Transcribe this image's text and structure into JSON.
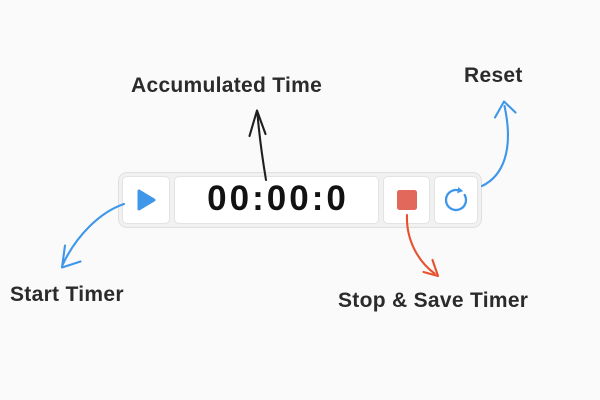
{
  "colors": {
    "background": "#FAFAFA",
    "blue": "#3E97E8",
    "red": "#E2685C",
    "orange": "#E8512E",
    "black": "#1F1F1F",
    "label_text": "#2B2B2B",
    "widget_bg": "#F1F1F1",
    "widget_border": "#E0E0E0",
    "cell_bg": "#FFFFFF",
    "time_text": "#121212"
  },
  "timer": {
    "display_value": "00:00:0"
  },
  "icons": {
    "play": {
      "name": "play-icon",
      "glyph": "▶",
      "color": "#3E97E8"
    },
    "stop": {
      "name": "stop-icon",
      "glyph": "■",
      "color": "#E2685C"
    },
    "reset": {
      "name": "reset-icon",
      "glyph": "↻",
      "color": "#3E97E8"
    }
  },
  "annotations": {
    "accumulated_time": {
      "label": "Accumulated Time",
      "arrow_color": "#1F1F1F"
    },
    "start_timer": {
      "label": "Start Timer",
      "arrow_color": "#3E97E8"
    },
    "stop_save_timer": {
      "label": "Stop & Save Timer",
      "arrow_color": "#E8512E"
    },
    "reset": {
      "label": "Reset",
      "arrow_color": "#3E97E8"
    }
  }
}
